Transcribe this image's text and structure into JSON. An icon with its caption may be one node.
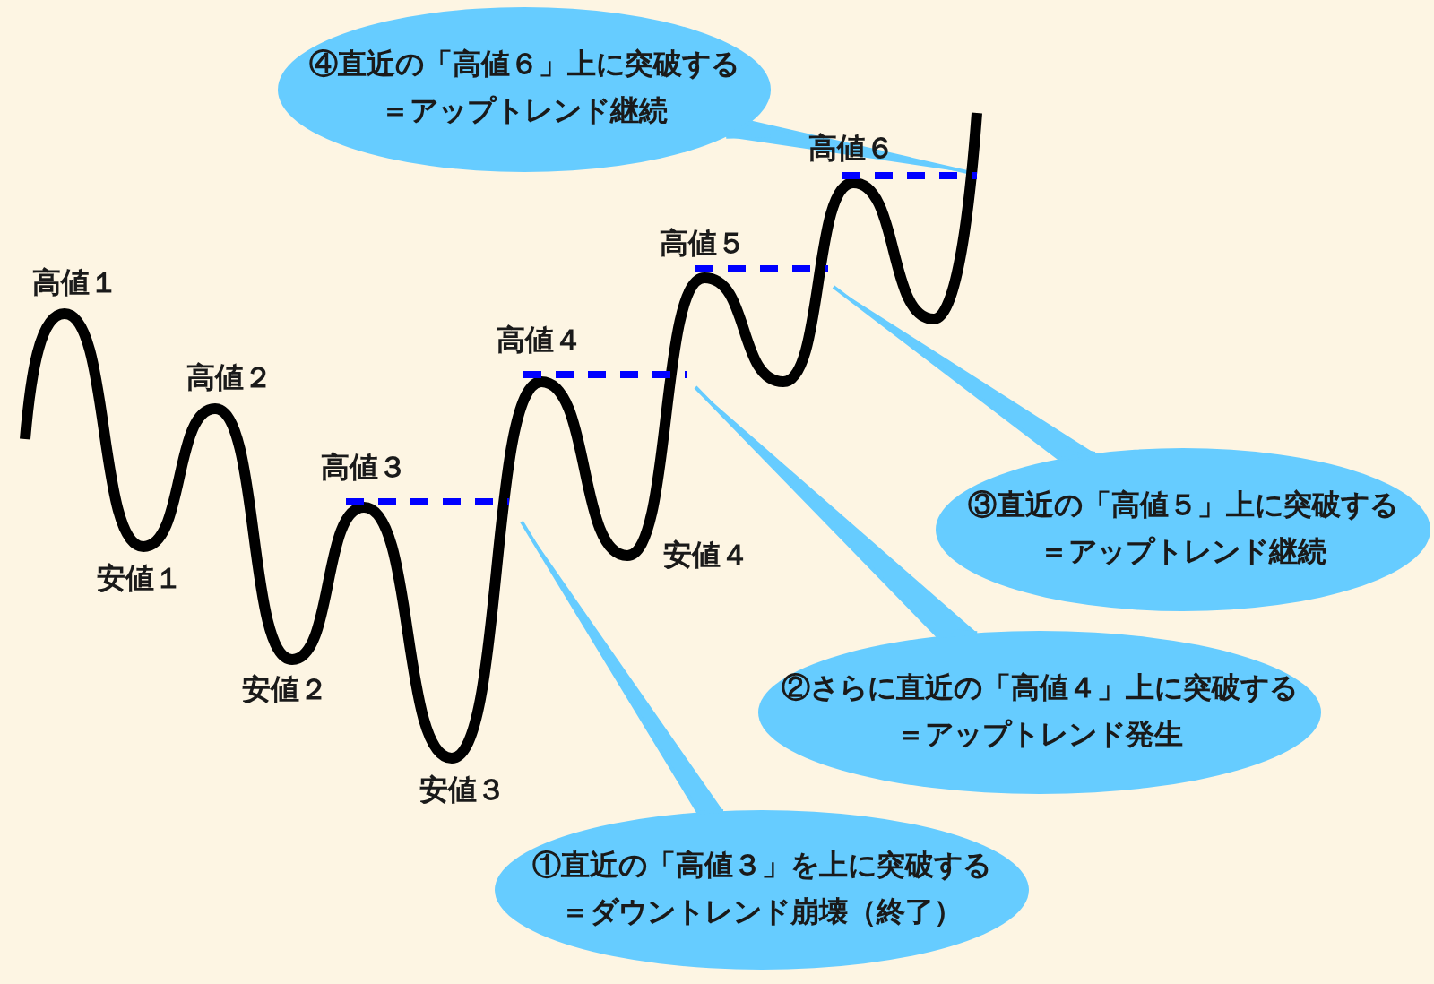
{
  "diagram": {
    "nodes": [
      {
        "text": [
          "④直近の「高値６」上に突破する",
          "＝アップトレンド継続"
        ]
      },
      {
        "text": [
          "③直近の「高値５」上に突破する",
          "＝アップトレンド継続"
        ]
      },
      {
        "text": [
          "②さらに直近の「高値４」上に突破する",
          "＝アップトレンド発生"
        ]
      },
      {
        "text": [
          "①直近の「高値３」を上に突破する",
          "＝ダウントレンド崩壊（終了）"
        ]
      }
    ],
    "edges": [
      {
        "from": 0,
        "to": null,
        "arrow": "none"
      },
      {
        "from": 1,
        "to": null,
        "arrow": "none"
      },
      {
        "from": 2,
        "to": null,
        "arrow": "none"
      },
      {
        "from": 3,
        "to": null,
        "arrow": "none"
      }
    ],
    "labels": [
      "高値１",
      "安値１",
      "高値２",
      "安値２",
      "高値３",
      "安値３",
      "高値４",
      "安値４",
      "高値５",
      "高値６"
    ]
  }
}
